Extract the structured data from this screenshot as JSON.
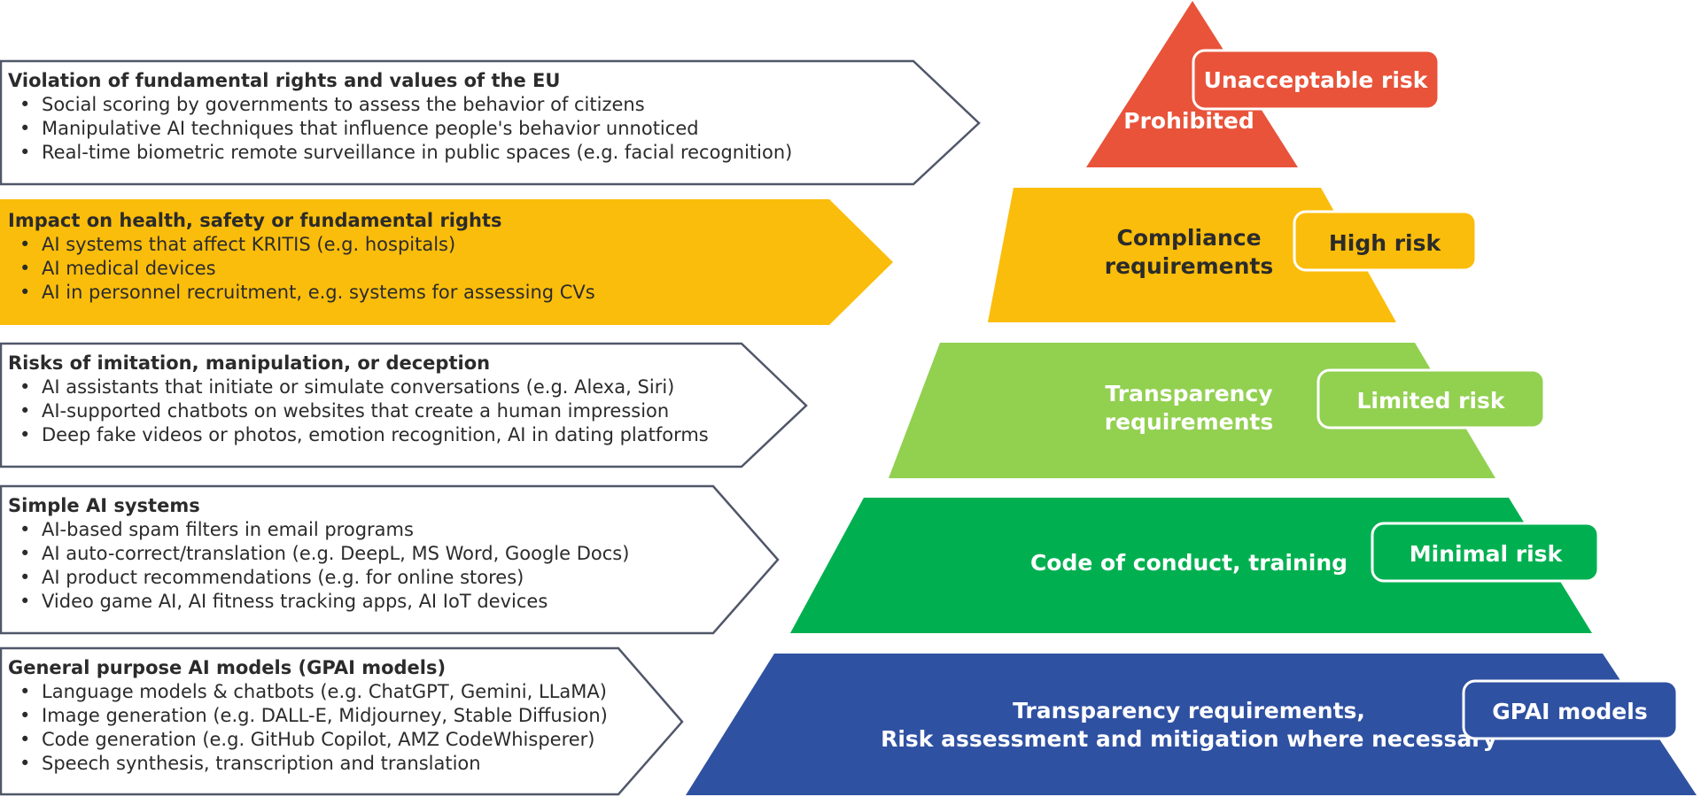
{
  "colors": {
    "unacceptable": "#e8533a",
    "high": "#fbbd0b",
    "limited": "#92d050",
    "minimal": "#00b050",
    "gpai": "#2f51a2",
    "outline": "#505769"
  },
  "categories": [
    {
      "title": "Violation of fundamental rights and values of the EU",
      "items": [
        "Social scoring by governments to assess the behavior of citizens",
        "Manipulative AI techniques that influence people's behavior unnoticed",
        "Real-time biometric remote surveillance in public spaces (e.g. facial recognition)"
      ]
    },
    {
      "title": "Impact on health, safety or fundamental rights",
      "items": [
        "AI systems that affect KRITIS (e.g. hospitals)",
        "AI medical devices",
        "AI in personnel recruitment, e.g. systems for assessing CVs"
      ]
    },
    {
      "title": "Risks of imitation, manipulation, or deception",
      "items": [
        "AI assistants that initiate or simulate conversations (e.g. Alexa, Siri)",
        "AI-supported chatbots on websites that create a human impression",
        "Deep fake videos or photos, emotion recognition, AI in dating platforms"
      ]
    },
    {
      "title": "Simple AI systems",
      "items": [
        "AI-based spam filters in email programs",
        "AI auto-correct/translation (e.g. DeepL, MS Word, Google Docs)",
        "AI product recommendations (e.g. for online stores)",
        "Video game AI, AI fitness tracking apps, AI IoT devices"
      ]
    },
    {
      "title": "General purpose AI models (GPAI models)",
      "items": [
        "Language models & chatbots (e.g. ChatGPT, Gemini, LLaMA)",
        "Image generation (e.g. DALL-E, Midjourney, Stable Diffusion)",
        "Code generation (e.g. GitHub Copilot, AMZ CodeWhisperer)",
        "Speech synthesis, transcription and translation"
      ]
    }
  ],
  "tiers": [
    {
      "label": "Unacceptable risk",
      "center_lines": [
        "Prohibited"
      ]
    },
    {
      "label": "High risk",
      "center_lines": [
        "Compliance",
        "requirements"
      ]
    },
    {
      "label": "Limited risk",
      "center_lines": [
        "Transparency",
        "requirements"
      ]
    },
    {
      "label": "Minimal risk",
      "center_lines": [
        "Code of conduct, training"
      ]
    },
    {
      "label": "GPAI models",
      "center_lines": [
        "Transparency requirements,",
        "Risk assessment and mitigation where necessary"
      ]
    }
  ]
}
